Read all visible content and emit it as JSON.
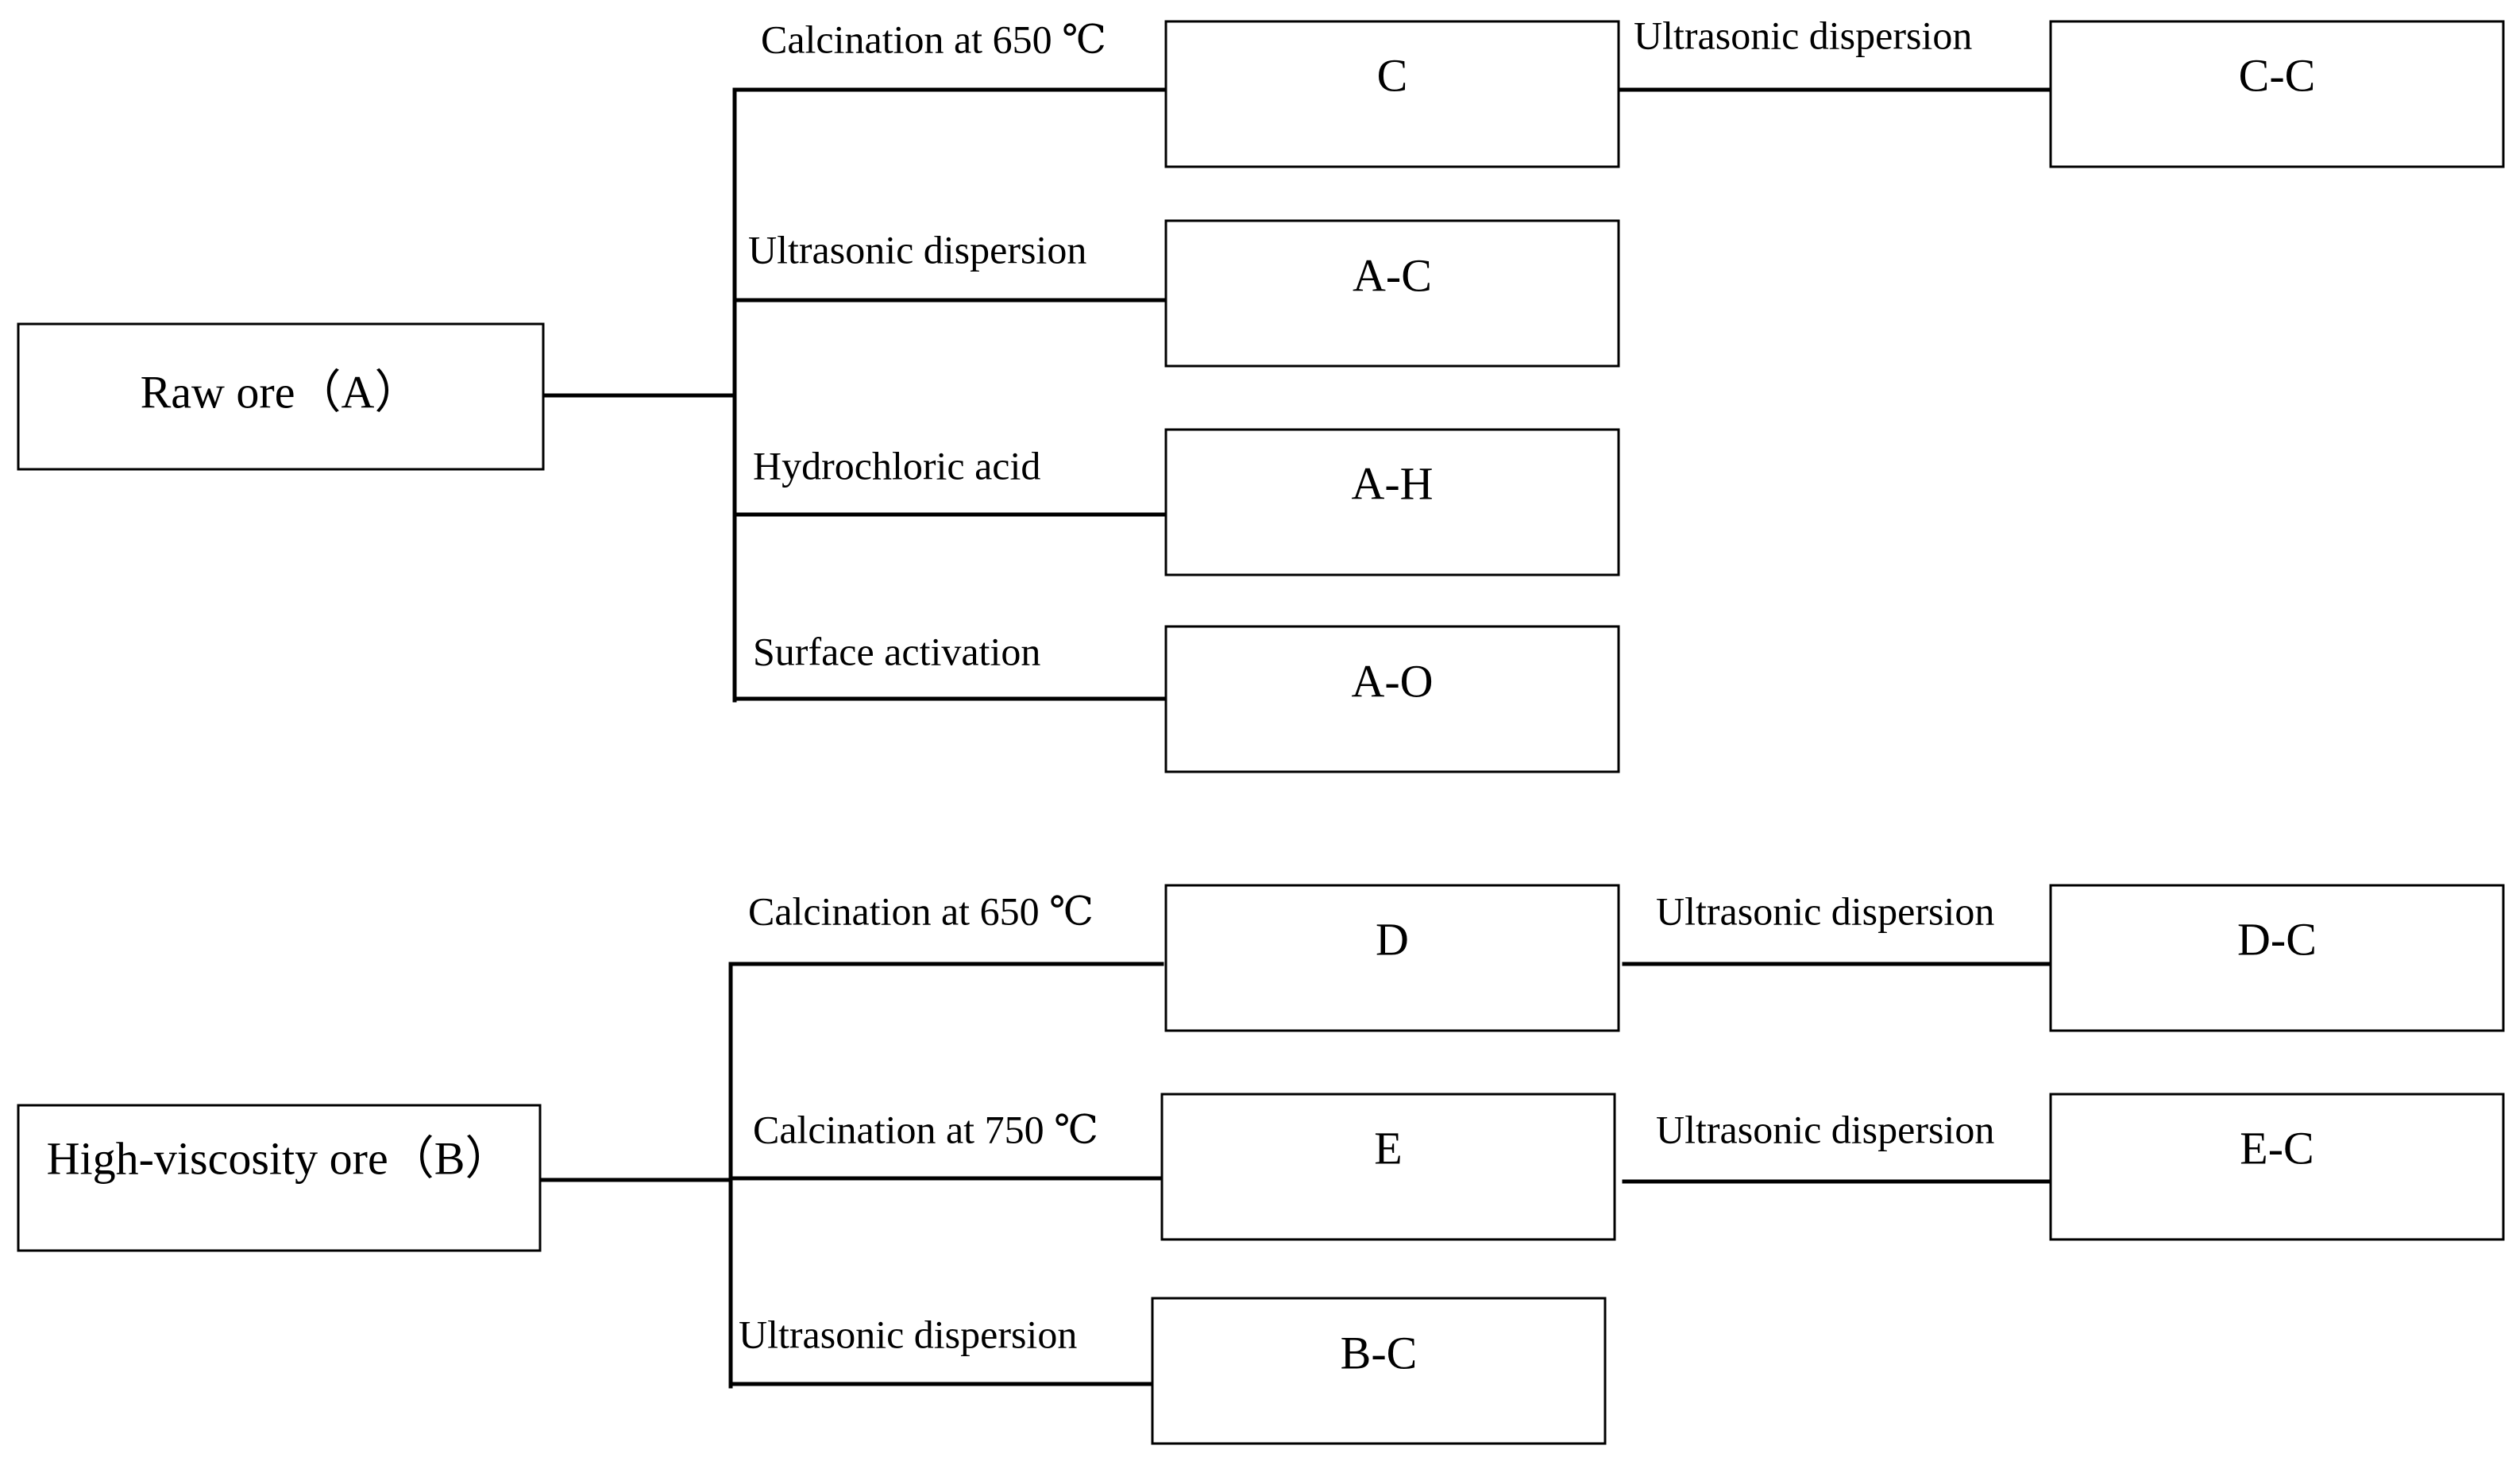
{
  "nodes": {
    "raw_ore": "Raw ore（A）",
    "high_viscosity_ore": "High-viscosity ore（B）",
    "c": "C",
    "cc": "C-C",
    "ac": "A-C",
    "ah": "A-H",
    "ao": "A-O",
    "d": "D",
    "dc": "D-C",
    "e": "E",
    "ec": "E-C",
    "bc": "B-C"
  },
  "edges": {
    "a_to_c": "Calcination at 650 ℃",
    "c_to_cc": "Ultrasonic dispersion",
    "a_to_ac": "Ultrasonic dispersion",
    "a_to_ah": "Hydrochloric acid",
    "a_to_ao": "Surface activation",
    "b_to_d": "Calcination at 650 ℃",
    "d_to_dc": "Ultrasonic dispersion",
    "b_to_e": "Calcination at 750 ℃",
    "e_to_ec": "Ultrasonic dispersion",
    "b_to_bc": "Ultrasonic dispersion"
  }
}
